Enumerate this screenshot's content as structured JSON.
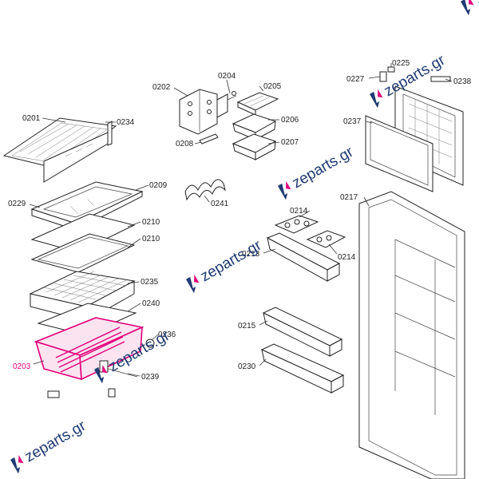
{
  "diagram": {
    "highlight_color": "#e0007a",
    "watermark_color": "#1f3b73",
    "labels": {
      "p0201": "0201",
      "p0234": "0234",
      "p0202": "0202",
      "p0204": "0204",
      "p0205": "0205",
      "p0206": "0206",
      "p0207": "0207",
      "p0208": "0208",
      "p0241": "0241",
      "p0229": "0229",
      "p0209": "0209",
      "p0210a": "0210",
      "p0210b": "0210",
      "p0235": "0235",
      "p0240": "0240",
      "p0236": "0236",
      "p0203": "0203",
      "p0239": "0239",
      "p0214a": "0214",
      "p0214b": "0214",
      "p0213": "0213",
      "p0215": "0215",
      "p0230": "0230",
      "p0217": "0217",
      "p0227": "0227",
      "p0225": "0225",
      "p0238": "0238",
      "p0237": "0237"
    },
    "watermarks": [
      "zeparts.gr",
      "zeparts.gr",
      "zeparts.gr",
      "zeparts.gr",
      "zeparts.gr",
      "zeparts.gr"
    ]
  }
}
